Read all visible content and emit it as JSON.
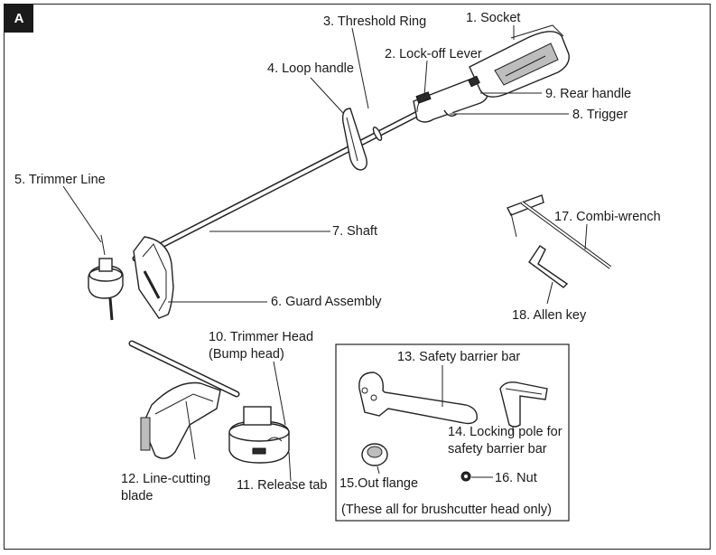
{
  "figure_badge": "A",
  "labels": {
    "socket": "1. Socket",
    "lock_off_lever": "2. Lock-off Lever",
    "threshold_ring": "3. Threshold Ring",
    "loop_handle": "4. Loop handle",
    "trimmer_line": "5. Trimmer Line",
    "guard_assembly": "6. Guard Assembly",
    "shaft": "7. Shaft",
    "trigger": "8. Trigger",
    "rear_handle": "9. Rear handle",
    "trimmer_head_line1": "10. Trimmer Head",
    "trimmer_head_line2": "(Bump head)",
    "release_tab": "11. Release tab",
    "line_cutting_blade_line1": "12. Line-cutting",
    "line_cutting_blade_line2": "blade",
    "safety_barrier_bar": "13. Safety barrier bar",
    "locking_pole_line1": "14. Locking pole for",
    "locking_pole_line2": "safety barrier bar",
    "out_flange": "15.Out flange",
    "nut": "16. Nut",
    "combi_wrench": "17. Combi-wrench",
    "allen_key": "18. Allen key",
    "brushcutter_note": "(These all for brushcutter head only)"
  }
}
